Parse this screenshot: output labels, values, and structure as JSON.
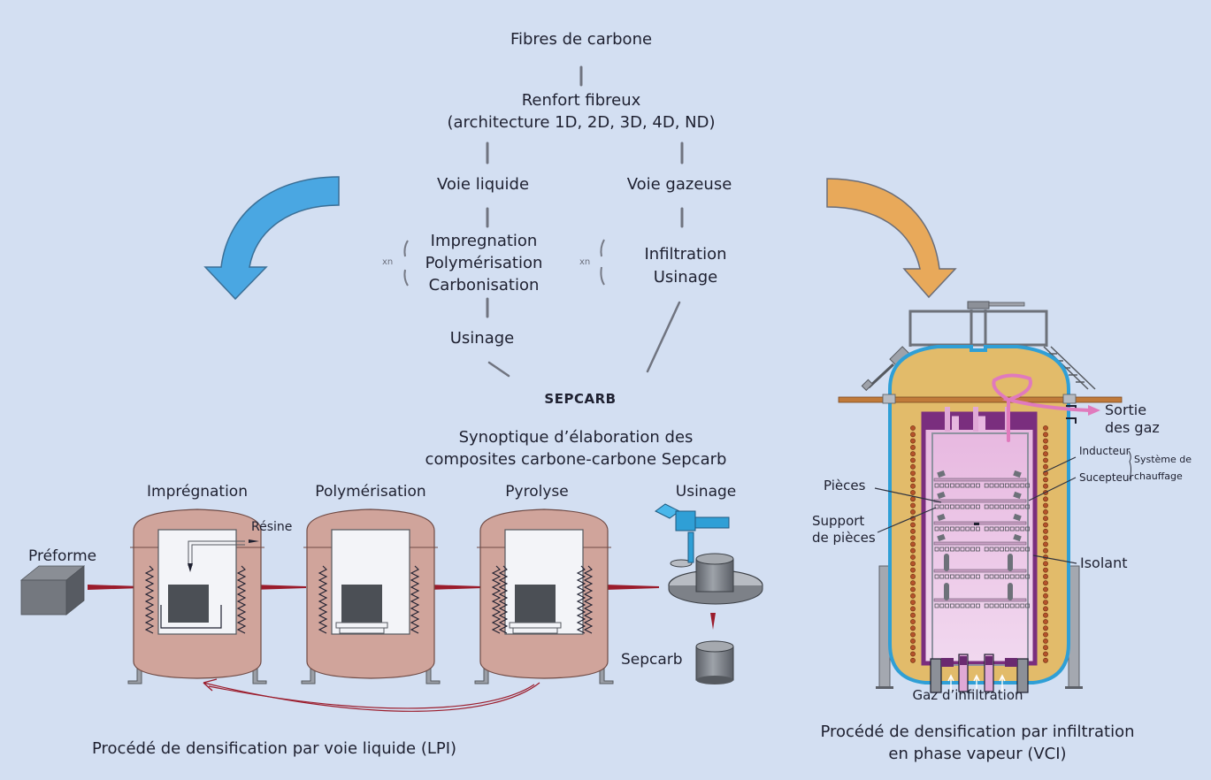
{
  "synoptic": {
    "top": "Fibres de carbone",
    "reinforcement_line1": "Renfort fibreux",
    "reinforcement_line2": "(architecture 1D, 2D, 3D, 4D, ND)",
    "liquid_route": {
      "title": "Voie liquide",
      "repeat_label": "xn",
      "steps": [
        "Impregnation",
        "Polymérisation",
        "Carbonisation"
      ],
      "final": "Usinage"
    },
    "gas_route": {
      "title": "Voie gazeuse",
      "repeat_label": "xn",
      "steps": [
        "Infiltration",
        "Usinage"
      ]
    },
    "product": "SEPCARB",
    "caption_line1": "Synoptique d’élaboration des",
    "caption_line2": "composites carbone-carbone Sepcarb"
  },
  "lpi": {
    "preform_label": "Préforme",
    "stages": [
      "Imprégnation",
      "Polymérisation",
      "Pyrolyse",
      "Usinage"
    ],
    "resin_label": "Résine",
    "product_label": "Sepcarb",
    "caption": "Procédé de densification par voie liquide (LPI)",
    "arrow_color": "#9b1c2c",
    "furnace_color": "#d0a49b"
  },
  "vci": {
    "labels": {
      "gas_out_line1": "Sortie",
      "gas_out_line2": "des gaz",
      "inductor": "Inducteur",
      "susceptor": "Sucepteur",
      "heating_system_line1": "Système de",
      "heating_system_line2": "chauffage",
      "parts": "Pièces",
      "parts_support_line1": "Support",
      "parts_support_line2": "de pièces",
      "insulation": "Isolant",
      "gas_in": "Gaz d’infiltration"
    },
    "caption_line1": "Procédé de densification par infiltration",
    "caption_line2": "en phase vapeur (VCI)",
    "shell_color": "#e2bb6a",
    "chamber_color": "#e0a9d6",
    "wall_color": "#2f9fd6"
  },
  "arrows": {
    "left_color": "#4aa7e2",
    "right_color": "#e8a95a"
  }
}
